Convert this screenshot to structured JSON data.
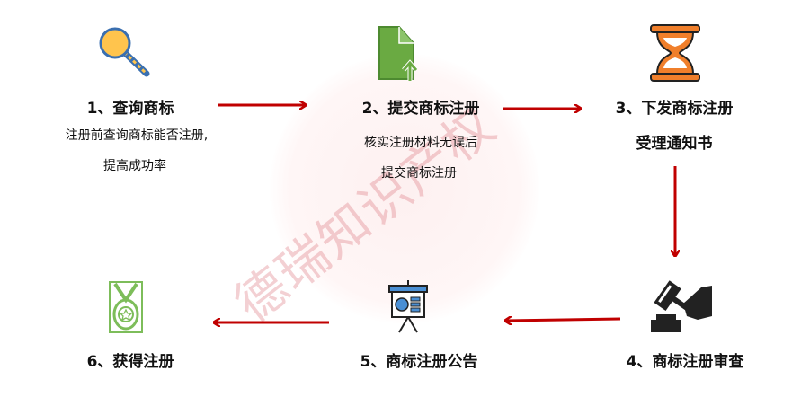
{
  "watermark": "德瑞知识产权",
  "colors": {
    "arrow": "#c00000",
    "search": "#ffc44d",
    "document": "#6aaa42",
    "hourglass": "#f07f2b",
    "medal": "#7dbd5a",
    "board": "#4a8fd4",
    "gavel": "#222222"
  },
  "steps": [
    {
      "title": "1、查询商标",
      "desc": [
        "注册前查询商标能否注册,",
        "提高成功率"
      ],
      "icon": "magnifier-icon"
    },
    {
      "title": "2、提交商标注册",
      "desc": [
        "核实注册材料无误后",
        "提交商标注册"
      ],
      "icon": "document-upload-icon"
    },
    {
      "title": "3、下发商标注册",
      "desc": [
        "受理通知书"
      ],
      "icon": "hourglass-icon"
    },
    {
      "title": "4、商标注册审查",
      "desc": [],
      "icon": "gavel-icon"
    },
    {
      "title": "5、商标注册公告",
      "desc": [],
      "icon": "presentation-board-icon"
    },
    {
      "title": "6、获得注册",
      "desc": [],
      "icon": "medal-icon"
    }
  ]
}
